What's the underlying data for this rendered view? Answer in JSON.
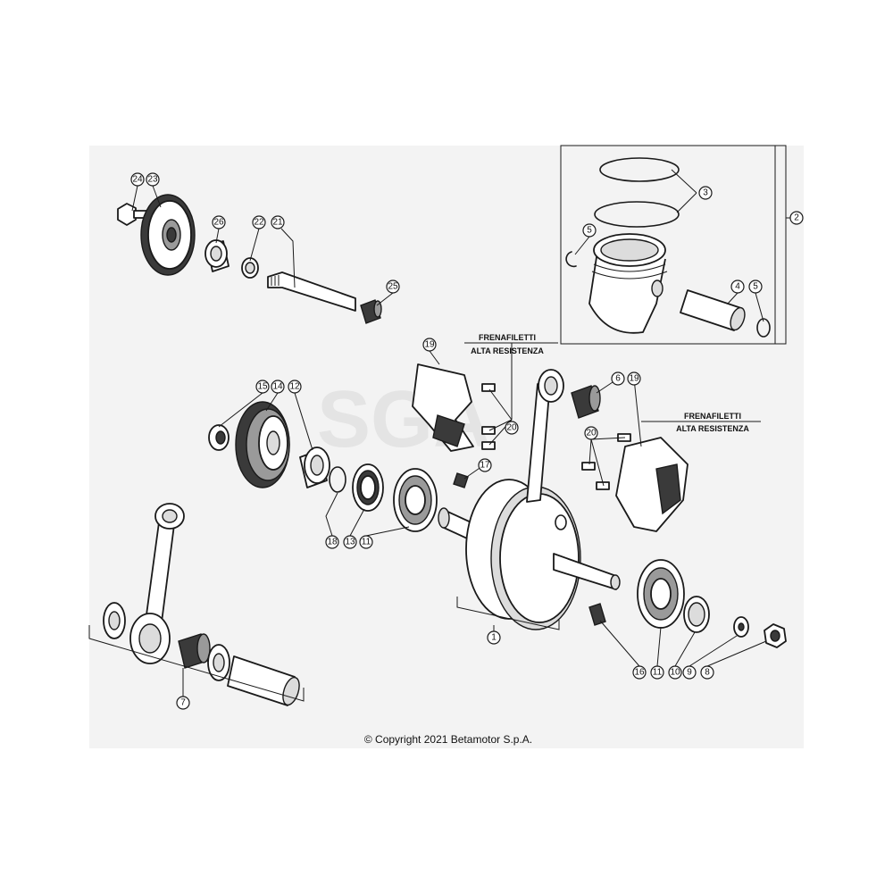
{
  "watermark": "SGA",
  "notes": [
    {
      "id": "note-a",
      "line1": "FRENAFILETTI",
      "line2": "ALTA RESISTENZA"
    },
    {
      "id": "note-b",
      "line1": "FRENAFILETTI",
      "line2": "ALTA RESISTENZA"
    }
  ],
  "copyright": "© Copyright 2021 Betamotor S.p.A.",
  "callouts": [
    "24",
    "23",
    "26",
    "22",
    "21",
    "25",
    "3",
    "2",
    "5",
    "4",
    "5",
    "19",
    "6",
    "19",
    "15",
    "14",
    "12",
    "20",
    "17",
    "20",
    "18",
    "13",
    "11",
    "1",
    "7",
    "16",
    "11",
    "10",
    "9",
    "8"
  ],
  "colors": {
    "panel": "#f3f3f3",
    "line": "#1a1a1a"
  }
}
